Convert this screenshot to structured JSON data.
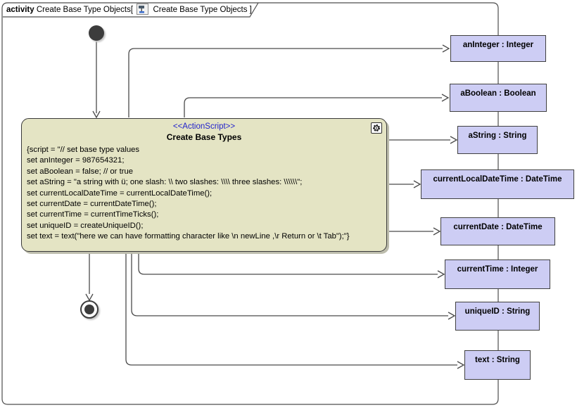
{
  "frame": {
    "keyword": "activity",
    "title_before_icon": "Create Base Type Objects[ ",
    "title_after_icon": " Create Base Type Objects ]",
    "diagram_icon": "activity-diagram-icon"
  },
  "action": {
    "stereotype": "<<ActionScript>>",
    "name": "Create Base Types",
    "corner_icon": "gear-icon",
    "script_lines": [
      "{script = \"// set base type values",
      "set anInteger = 987654321;",
      "set aBoolean = false; // or true",
      "set aString = \"a string with ü; one slash: \\\\ two slashes: \\\\\\\\ three slashes: \\\\\\\\\\\\\";",
      "set currentLocalDateTime = currentLocalDateTime();",
      "set currentDate = currentDateTime();",
      "set currentTime = currentTimeTicks();",
      "set uniqueID = createUniqueID();",
      "set text = text(\"here we can have formatting character like \\n newLine ,\\r Return or \\t Tab\");\"}"
    ]
  },
  "parameters": [
    {
      "label": "anInteger : Integer"
    },
    {
      "label": "aBoolean : Boolean"
    },
    {
      "label": "aString : String"
    },
    {
      "label": "currentLocalDateTime : DateTime"
    },
    {
      "label": "currentDate : DateTime"
    },
    {
      "label": "currentTime : Integer"
    },
    {
      "label": "uniqueID : String"
    },
    {
      "label": "text : String"
    }
  ],
  "nodes": {
    "initial": "initial-node",
    "final": "activity-final-node"
  },
  "colors": {
    "action_fill": "#e4e4c4",
    "action_border": "#3a3a3a",
    "parameter_fill": "#cdcdf4",
    "parameter_border": "#3f3f3f",
    "stereotype_text": "#2222cc",
    "edge": "#4a4a4a",
    "frame_border": "#4d4d4d"
  }
}
